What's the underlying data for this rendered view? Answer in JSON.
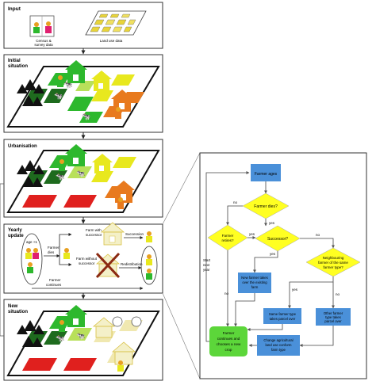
{
  "stages": {
    "input": "Input",
    "initial": [
      "Initial",
      "situation"
    ],
    "urbanisation": "Urbanisation",
    "yearly": [
      "Yearly",
      "update"
    ],
    "new": [
      "New",
      "situation"
    ]
  },
  "input_panel": {
    "census": [
      "Census &",
      "survey data"
    ],
    "landuse": "Land use data"
  },
  "yearly_panel": {
    "age": "age +1",
    "farmer_dies": [
      "Farmer",
      "dies"
    ],
    "farm_with": [
      "Farm with",
      "successor"
    ],
    "succession": "Succession",
    "farm_without": [
      "Farm without",
      "successor"
    ],
    "redistribution": "Redistribution",
    "farmer_continues": [
      "Farmer",
      "continues"
    ]
  },
  "flowchart": {
    "farmer_ages": "Farmer ages",
    "farmer_dies_q": "Farmer dies?",
    "farmer_retires_q": [
      "Farmer",
      "retires?"
    ],
    "successor_q": "Successor?",
    "neighbour_q": [
      "Neighbouring",
      "farmer of the same",
      "farmer type?"
    ],
    "new_farmer": [
      "New farmer takes",
      "over the existing",
      "farm"
    ],
    "same_type": [
      "Same farmer type",
      "takes parcel over"
    ],
    "other_type": [
      "Other farmer",
      "type takes",
      "parcel over"
    ],
    "change_land": [
      "Change agricultural",
      "land use conform",
      "farm type"
    ],
    "continues": [
      "Farmer",
      "continues and",
      "chooses a new",
      "crop"
    ],
    "start_next": [
      "Start",
      "next",
      "year"
    ],
    "yes": "yes",
    "no": "no"
  },
  "colors": {
    "dark_green": "#1e6b1e",
    "green": "#2db82d",
    "light_green": "#b8e05a",
    "yellow": "#e8e81e",
    "orange": "#e87a1e",
    "red": "#e0201e",
    "cream": "#f0e8b0",
    "flow_blue": "#4a90d9",
    "flow_yellow": "#ffff22",
    "flow_green": "#5cd63a"
  }
}
